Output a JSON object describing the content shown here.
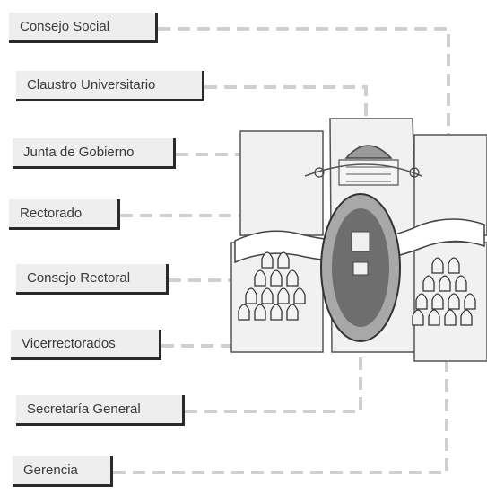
{
  "diagram": {
    "labels": [
      "Consejo Social",
      "Claustro Universitario",
      "Junta de Gobierno",
      "Rectorado",
      "Consejo Rectoral",
      "Vicerrectorados",
      "Secretaría General",
      "Gerencia"
    ]
  },
  "colors": {
    "label_bg": "#eeeeee",
    "label_border": "#2a2a2a",
    "connector": "#cfcfcf",
    "building": "#f1f1f1",
    "ring": "#8a8a8a"
  }
}
